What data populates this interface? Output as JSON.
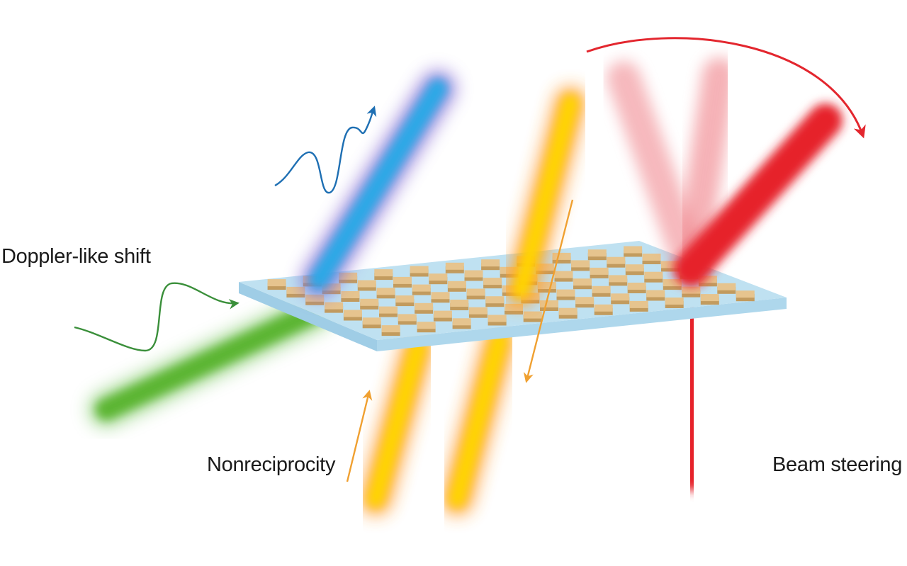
{
  "labels": {
    "doppler": "Doppler-like shift",
    "nonreciprocity": "Nonreciprocity",
    "beam_steering": "Beam steering"
  },
  "colors": {
    "green_beam": "#5bb533",
    "blue_beam": "#2aa8e6",
    "blue_halo": "#8a6fd6",
    "yellow_beam": "#ffd400",
    "yellow_halo": "#ff9a2a",
    "red_beam": "#e6202c",
    "green_arrow": "#3a8f3a",
    "blue_arrow": "#1e6fb3",
    "orange_arrow": "#f0a030",
    "red_arrow": "#e3262e",
    "slab": "#bfe1f1",
    "slab_edge": "#9fcde6",
    "block_top": "#e6c48e",
    "block_side": "#c29b5e"
  },
  "icons": [
    "doppler-wave-arrow-icon",
    "shifted-wave-arrow-icon",
    "nonreciprocity-arrow-icon",
    "steering-curved-arrow-icon"
  ]
}
